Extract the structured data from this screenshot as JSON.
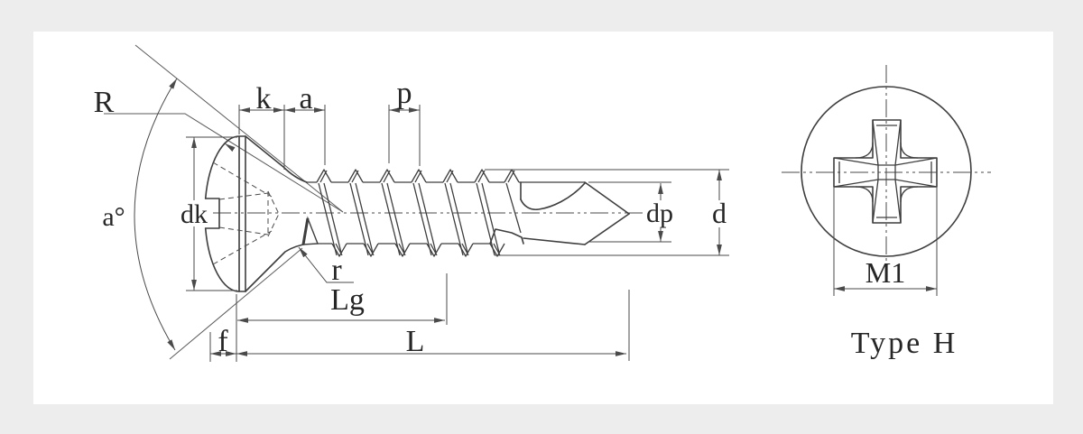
{
  "colors": {
    "page_background": "#ededed",
    "canvas_background": "#ffffff",
    "line_color": "#3e3e3e",
    "text_color": "#262626"
  },
  "labels": {
    "R": "R",
    "k": "k",
    "a": "a",
    "p": "p",
    "dk": "dk",
    "alpha": "a°",
    "dp": "dp",
    "d": "d",
    "r": "r",
    "Lg": "Lg",
    "L": "L",
    "f": "f",
    "M1": "M1",
    "type_h": "Type H"
  }
}
